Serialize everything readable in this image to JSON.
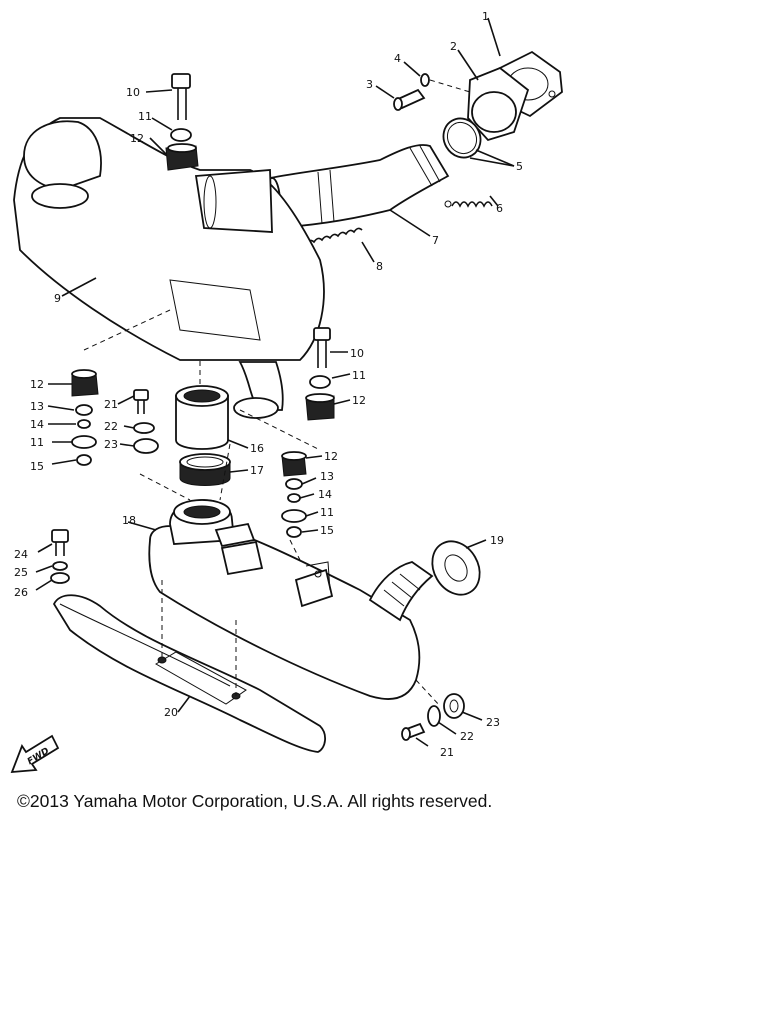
{
  "callouts": [
    "1",
    "2",
    "3",
    "4",
    "5",
    "6",
    "7",
    "8",
    "9",
    "10",
    "11",
    "12",
    "13",
    "14",
    "15",
    "16",
    "17",
    "18",
    "19",
    "20",
    "21",
    "22",
    "23",
    "24",
    "25",
    "26"
  ],
  "fwd_label": "FWD",
  "copyright": "©2013 Yamaha Motor Corporation, U.S.A. All rights reserved."
}
